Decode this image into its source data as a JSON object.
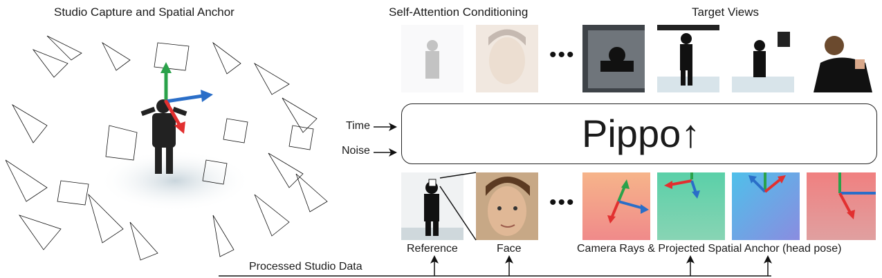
{
  "headings": {
    "left": "Studio Capture and Spatial Anchor",
    "middle": "Self-Attention Conditioning",
    "right": "Target Views"
  },
  "model": {
    "name": "Pippo",
    "arrow": "↑"
  },
  "inputs": {
    "time": "Time",
    "noise": "Noise"
  },
  "bottom_labels": {
    "reference": "Reference",
    "face": "Face",
    "rays": "Camera Rays & Projected Spatial Anchor (head pose)"
  },
  "footer": {
    "processed": "Processed Studio Data"
  },
  "ellipsis": "•••",
  "colors": {
    "axis_x": "#2a6ec8",
    "axis_y": "#2aa24a",
    "axis_z": "#e23030",
    "ray_panel_1": [
      "#f6b48a",
      "#f08a8a"
    ],
    "ray_panel_2": [
      "#4fd0b0",
      "#8ad4a6"
    ],
    "ray_panel_3": [
      "#4fb6e8",
      "#8a8ce0"
    ],
    "ray_panel_4": [
      "#f07878",
      "#e0a0a0"
    ]
  }
}
